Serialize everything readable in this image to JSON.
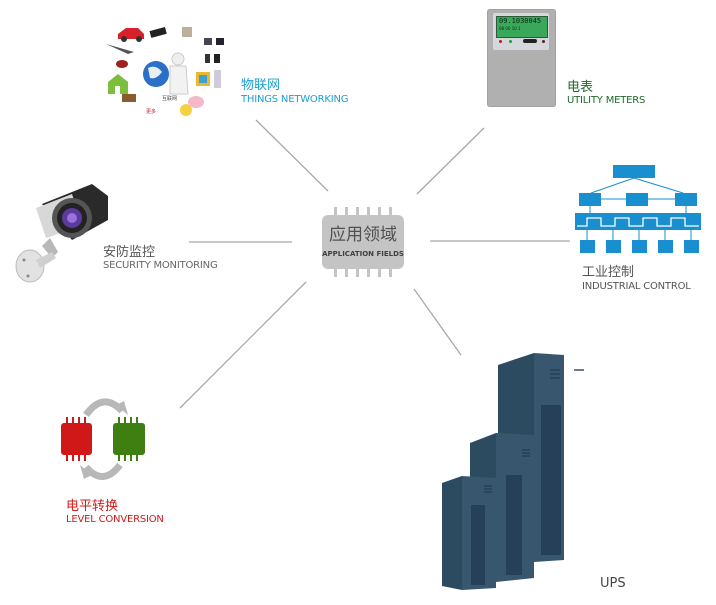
{
  "center": {
    "title_cn": "应用领域",
    "title_en": "APPLICATION FIELDS"
  },
  "fields": [
    {
      "id": "iot",
      "label_cn": "物联网",
      "label_en": "THINGS NETWORKING",
      "color": "#1a9fd0",
      "icon": "iot-collage-icon"
    },
    {
      "id": "meters",
      "label_cn": "电表",
      "label_en": "UTILITY METERS",
      "color": "#1e6b2a",
      "icon": "electric-meter-icon",
      "display": {
        "line1": "09.1030045",
        "line2": "08 00 10 1"
      }
    },
    {
      "id": "security",
      "label_cn": "安防监控",
      "label_en": "SECURITY MONITORING",
      "color": "#555555",
      "icon": "security-camera-icon"
    },
    {
      "id": "industrial",
      "label_cn": "工业控制",
      "label_en": "INDUSTRIAL CONTROL",
      "color": "#555555",
      "icon": "industrial-network-icon"
    },
    {
      "id": "level",
      "label_cn": "电平转换",
      "label_en": "LEVEL CONVERSION",
      "color": "#d01a1a",
      "icon": "level-conversion-icon"
    },
    {
      "id": "ups",
      "label_cn": "",
      "label_en": "UPS",
      "color": "#444444",
      "icon": "ups-cabinet-icon"
    }
  ],
  "iot_items": [
    "互联网",
    "更多"
  ],
  "colors": {
    "connector": "#a8a8a8",
    "chip": "#c4c4c4",
    "chip_text": "#505050",
    "industrial_blue": "#1a8fd0",
    "ups": "#35536a",
    "ups_dark": "#28405a",
    "chip_red": "#d01818",
    "chip_green": "#3f7f12"
  }
}
